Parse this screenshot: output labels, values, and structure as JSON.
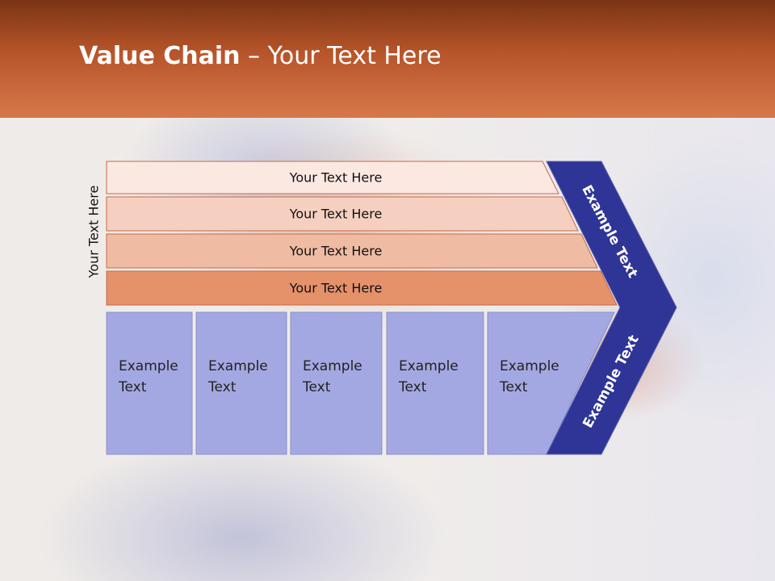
{
  "title": {
    "bold": "Value Chain",
    "rest": " – Your Text Here"
  },
  "side_label": "Your Text Here",
  "rows": [
    {
      "label": "Your Text Here",
      "color": "#fbe8e1"
    },
    {
      "label": "Your Text Here",
      "color": "#f5d0c0"
    },
    {
      "label": "Your Text Here",
      "color": "#efbca3"
    },
    {
      "label": "Your Text Here",
      "color": "#e5916a"
    }
  ],
  "boxes": [
    {
      "line1": "Example",
      "line2": "Text"
    },
    {
      "line1": "Example",
      "line2": "Text"
    },
    {
      "line1": "Example",
      "line2": "Text"
    },
    {
      "line1": "Example",
      "line2": "Text"
    },
    {
      "line1": "Example",
      "line2": "Text"
    }
  ],
  "chevron_top": "Example Text",
  "chevron_bottom": "Example Text",
  "colors": {
    "header": "#b7552a",
    "box_fill": "#a4a8e2",
    "chevron_fill": "#2f3596",
    "row_stroke": "#c76a45"
  }
}
